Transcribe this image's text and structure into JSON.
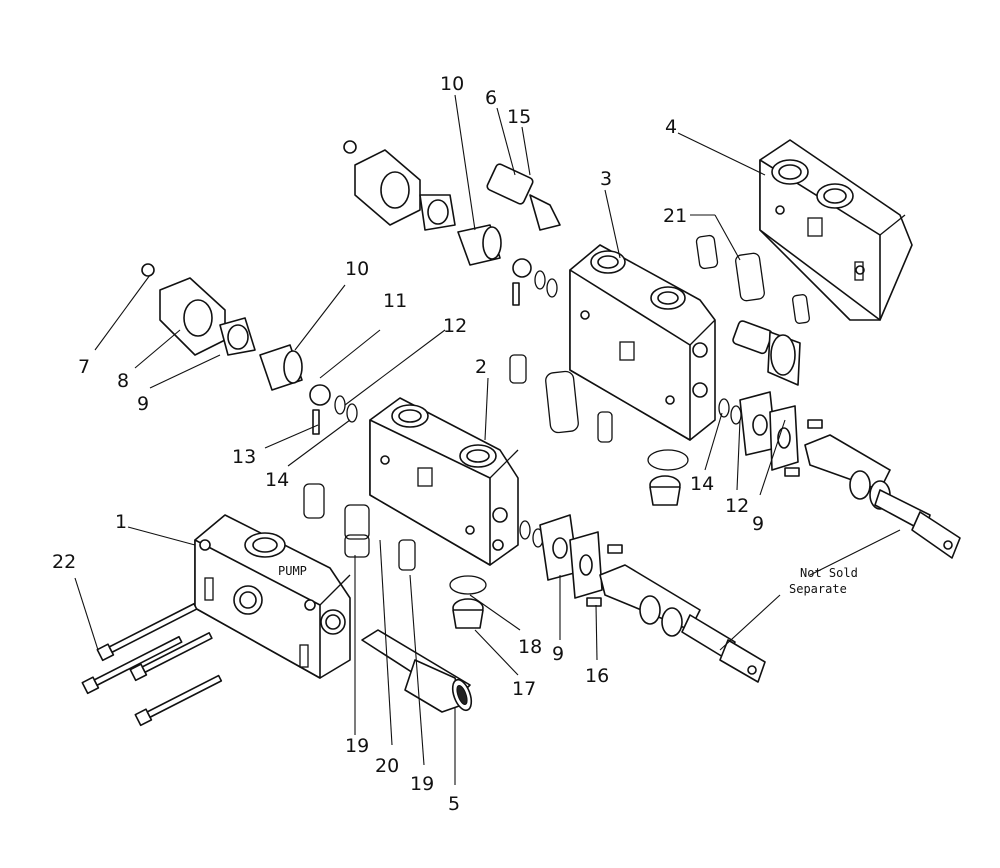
{
  "callouts": {
    "c1": "1",
    "c2": "2",
    "c3": "3",
    "c4": "4",
    "c5": "5",
    "c6": "6",
    "c7": "7",
    "c8": "8",
    "c9a": "9",
    "c9b": "9",
    "c9c": "9",
    "c10a": "10",
    "c10b": "10",
    "c11": "11",
    "c12a": "12",
    "c12b": "12",
    "c13": "13",
    "c14a": "14",
    "c14b": "14",
    "c15": "15",
    "c16": "16",
    "c17": "17",
    "c18": "18",
    "c19a": "19",
    "c19b": "19",
    "c20": "20",
    "c21": "21",
    "c22": "22"
  },
  "note": {
    "line1": "Not Sold",
    "line2": "Separate"
  },
  "inlet_label": "PUMP"
}
